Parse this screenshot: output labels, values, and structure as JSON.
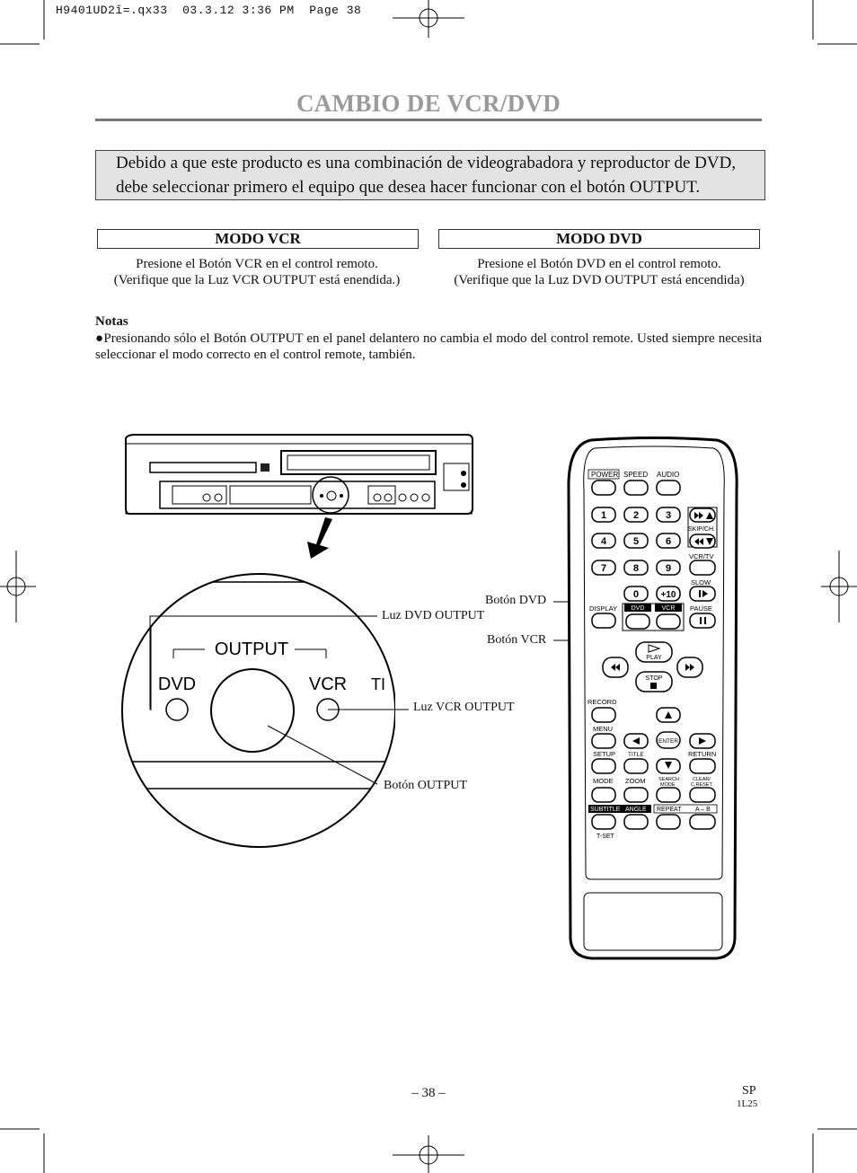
{
  "header": {
    "file_line": "H9401UD2î=.qx33  03.3.12 3:36 PM  Page 38"
  },
  "title": "CAMBIO DE VCR/DVD",
  "intro": {
    "line1": "Debido a que este producto es una combinación de videograbadora y reproductor de DVD,",
    "line2": "debe seleccionar primero el equipo que desea hacer funcionar con el botón OUTPUT."
  },
  "modes": [
    {
      "title": "MODO VCR",
      "line1": "Presione el Botón VCR en el control remoto.",
      "line2": "(Verifique que la Luz VCR OUTPUT está enendida.)"
    },
    {
      "title": "MODO DVD",
      "line1": "Presione el Botón DVD en el control remoto.",
      "line2": "(Verifique que la Luz DVD OUTPUT está encendida)"
    }
  ],
  "notas": {
    "heading": "Notas",
    "bullet": "Presionando sólo el Botón OUTPUT en el panel delantero no cambia el modo del control remote. Usted siempre necesita seleccionar el modo correcto en el control remote, también."
  },
  "callouts": {
    "luz_dvd": "Luz DVD OUTPUT",
    "luz_vcr": "Luz VCR OUTPUT",
    "boton_output": "Botón OUTPUT",
    "boton_dvd": "Botón DVD",
    "boton_vcr": "Botón VCR"
  },
  "panel_zoom": {
    "output": "OUTPUT",
    "dvd": "DVD",
    "vcr": "VCR",
    "partial": "TI"
  },
  "remote": {
    "labels": {
      "power": "POWER",
      "speed": "SPEED",
      "audio": "AUDIO",
      "skip": "SKIP/CH.",
      "vcrtv": "VCR/TV",
      "slow": "SLOW",
      "display": "DISPLAY",
      "dvd": "DVD",
      "vcr": "VCR",
      "pause": "PAUSE",
      "play": "PLAY",
      "stop": "STOP",
      "record": "RECORD",
      "menu": "MENU",
      "setup": "SETUP",
      "title": "TITLE",
      "enter": "ENTER",
      "return": "RETURN",
      "mode": "MODE",
      "zoom": "ZOOM",
      "search1": "SEARCH",
      "search2": "MODE",
      "clear1": "CLEAR/",
      "clear2": "C.RESET",
      "subtitle": "SUBTITLE",
      "angle": "ANGLE",
      "repeat": "REPEAT",
      "ab": "A – B",
      "tset": "T-SET",
      "plus10": "+10"
    },
    "digits": [
      "1",
      "2",
      "3",
      "4",
      "5",
      "6",
      "7",
      "8",
      "9",
      "0"
    ]
  },
  "footer": {
    "page": "– 38 –",
    "lang": "SP",
    "code": "1L25"
  }
}
